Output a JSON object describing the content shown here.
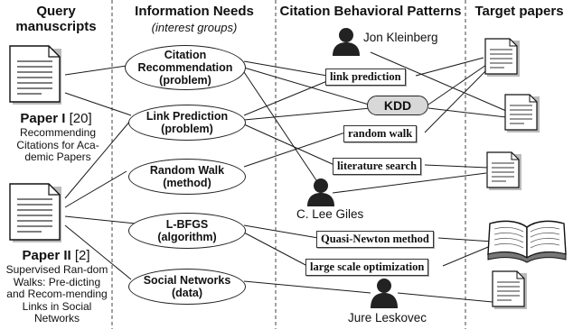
{
  "headers": {
    "query": "Query\nmanuscripts",
    "needs": "Information Needs",
    "needs_sub": "(interest groups)",
    "patterns": "Citation Behavioral Patterns",
    "target": "Target papers"
  },
  "papers": {
    "p1_bold": "Paper I",
    "p1_ref": " [20]",
    "p1_desc": "Recommending Citations for Aca-demic Papers",
    "p2_bold": "Paper II",
    "p2_ref": " [2]",
    "p2_desc": "Supervised Ran-dom Walks: Pre-dicting and Recom-mending Links in Social Networks"
  },
  "needs": [
    {
      "line1": "Citation",
      "line2": "Recommendation",
      "line3": "(problem)"
    },
    {
      "line1": "Link Prediction",
      "line2": "(problem)"
    },
    {
      "line1": "Random Walk",
      "line2": "(method)"
    },
    {
      "line1": "L-BFGS",
      "line2": "(algorithm)"
    },
    {
      "line1": "Social Networks",
      "line2": "(data)"
    }
  ],
  "patterns": {
    "link_prediction": "link prediction",
    "kdd": "KDD",
    "random_walk": "random walk",
    "literature_search": "literature search",
    "quasi_newton": "Quasi-Newton method",
    "large_scale": "large scale optimization"
  },
  "people": {
    "kleinberg": "Jon Kleinberg",
    "giles": "C. Lee Giles",
    "leskovec": "Jure Leskovec"
  },
  "colors": {
    "line": "#1a1a1a",
    "pill": "#d8d8d8",
    "divider": "#444444"
  }
}
